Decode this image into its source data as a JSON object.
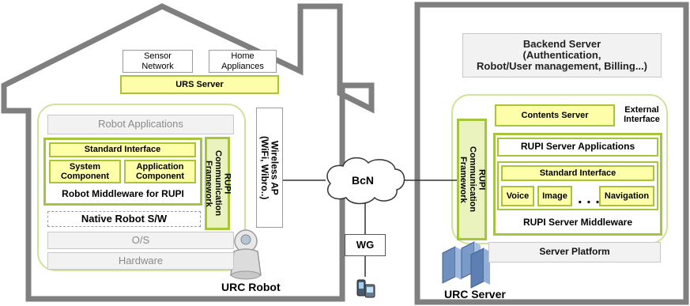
{
  "home": {
    "sensor_network": "Sensor\nNetwork",
    "home_appliances": "Home\nAppliances",
    "urs_server": "URS Server",
    "robot_applications": "Robot Applications",
    "standard_interface": "Standard Interface",
    "system_component": "System\nComponent",
    "application_component": "Application\nComponent",
    "robot_middleware": "Robot Middleware for RUPI",
    "native_robot_sw": "Native Robot S/W",
    "os": "O/S",
    "hardware": "Hardware",
    "rupi_framework": "RUPI\nCommunication\nFramework",
    "wireless_ap": "Wireless AP\n(WiFi, Wibro..)",
    "caption": "URC Robot"
  },
  "network": {
    "bcn": "BcN",
    "wg": "WG"
  },
  "server": {
    "backend": "Backend Server\n(Authentication,\nRobot/User management, Billing...)",
    "contents_server": "Contents Server",
    "external_interface": "External\nInterface",
    "rupi_framework": "RUPI\nCommunication\nFramework",
    "rupi_server_applications": "RUPI  Server Applications",
    "standard_interface": "Standard Interface",
    "voice": "Voice",
    "image": "Image",
    "ellipsis": ". . .",
    "navigation": "Navigation",
    "rupi_server_middleware": "RUPI Server Middleware",
    "server_platform": "Server Platform",
    "caption": "URC Server"
  },
  "colors": {
    "green_border": "#a5c63b",
    "yellow_fill": "#ffffaa",
    "grey_outline": "#7f7f7f"
  }
}
